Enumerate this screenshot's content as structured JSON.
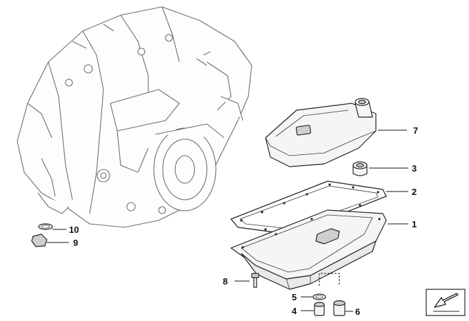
{
  "diagram": {
    "callouts": [
      {
        "id": "1",
        "label": "1"
      },
      {
        "id": "2",
        "label": "2"
      },
      {
        "id": "3",
        "label": "3"
      },
      {
        "id": "4",
        "label": "4"
      },
      {
        "id": "5",
        "label": "5"
      },
      {
        "id": "6",
        "label": "6"
      },
      {
        "id": "7",
        "label": "7"
      },
      {
        "id": "8",
        "label": "8"
      },
      {
        "id": "9",
        "label": "9"
      },
      {
        "id": "10",
        "label": "10"
      }
    ],
    "nav_icon": "arrow-down-left-icon",
    "colors": {
      "line": "#222222",
      "fill_light": "#f5f5f5",
      "fill_mid": "#e9e9e9",
      "fill_dark": "#cfcfcf"
    }
  }
}
